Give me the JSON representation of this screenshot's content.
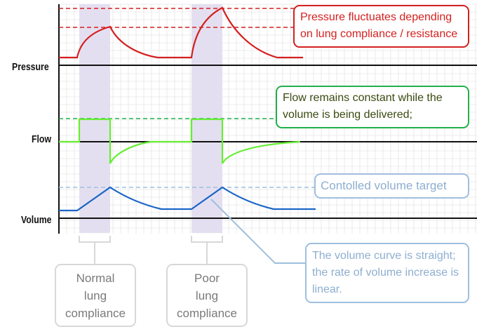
{
  "axes": {
    "pressure_label": "Pressure",
    "flow_label": "Flow",
    "volume_label": "Volume"
  },
  "notes": {
    "pressure": "Pressure fluctuates depending on lung compliance / resistance",
    "flow": "Flow remains constant while the volume is being delivered;",
    "target": "Contolled volume target",
    "volume_curve": "The volume curve is straight; the rate of volume increase is linear."
  },
  "compliance": {
    "normal": [
      "Normal",
      "lung",
      "compliance"
    ],
    "poor": [
      "Poor",
      "lung",
      "compliance"
    ]
  },
  "colors": {
    "pressure": "#d42020",
    "flow": "#66ee33",
    "flow_dashed": "#22b04a",
    "volume": "#1a66c8",
    "target": "#9fbfdd",
    "band": "#e4dff0",
    "grid": "#dddddd"
  }
}
